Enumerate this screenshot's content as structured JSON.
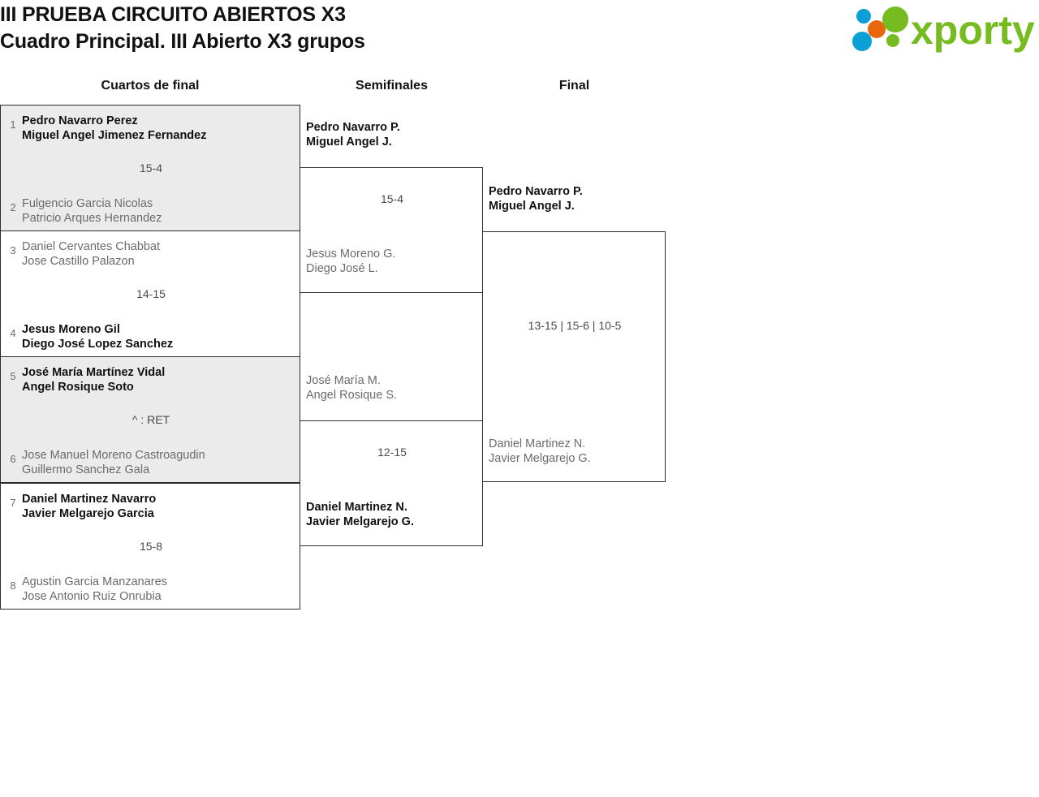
{
  "header": {
    "title_line1": "III PRUEBA CIRCUITO ABIERTOS X3",
    "title_line2": "Cuadro Principal. III Abierto X3 grupos",
    "logo_text": "xporty",
    "logo_colors": {
      "green": "#76bc21",
      "blue": "#0b9fd8",
      "orange": "#e8670c"
    }
  },
  "rounds": [
    {
      "label": "Cuartos de final"
    },
    {
      "label": "Semifinales"
    },
    {
      "label": "Final"
    }
  ],
  "quarterfinals": [
    {
      "seed_top": "1",
      "top_p1": "Pedro Navarro Perez",
      "top_p2": "Miguel Angel Jimenez Fernandez",
      "seed_bottom": "2",
      "bottom_p1": "Fulgencio Garcia Nicolas",
      "bottom_p2": "Patricio Arques Hernandez",
      "score": "15-4",
      "winner": "top",
      "shaded": true
    },
    {
      "seed_top": "3",
      "top_p1": "Daniel Cervantes Chabbat",
      "top_p2": "Jose Castillo Palazon",
      "seed_bottom": "4",
      "bottom_p1": "Jesus Moreno Gil",
      "bottom_p2": "Diego José Lopez Sanchez",
      "score": "14-15",
      "winner": "bottom",
      "shaded": false
    },
    {
      "seed_top": "5",
      "top_p1": "José María Martínez Vidal",
      "top_p2": "Angel Rosique Soto",
      "seed_bottom": "6",
      "bottom_p1": "Jose Manuel Moreno Castroagudin",
      "bottom_p2": "Guillermo Sanchez Gala",
      "score": "^ : RET",
      "winner": "top",
      "shaded": true
    },
    {
      "seed_top": "7",
      "top_p1": "Daniel Martinez Navarro",
      "top_p2": "Javier Melgarejo Garcia",
      "seed_bottom": "8",
      "bottom_p1": "Agustin Garcia Manzanares",
      "bottom_p2": "Jose Antonio Ruiz Onrubia",
      "score": "15-8",
      "winner": "top",
      "shaded": false
    }
  ],
  "semifinals": [
    {
      "top_p1": "Pedro Navarro P.",
      "top_p2": "Miguel Angel J.",
      "bottom_p1": "Jesus Moreno G.",
      "bottom_p2": "Diego José L.",
      "score": "15-4",
      "winner": "top"
    },
    {
      "top_p1": "José María M.",
      "top_p2": "Angel Rosique S.",
      "bottom_p1": "Daniel Martinez N.",
      "bottom_p2": "Javier Melgarejo G.",
      "score": "12-15",
      "winner": "bottom"
    }
  ],
  "final": {
    "top_p1": "Pedro Navarro P.",
    "top_p2": "Miguel Angel J.",
    "bottom_p1": "Daniel Martinez N.",
    "bottom_p2": "Javier Melgarejo G.",
    "score": "13-15 | 15-6 | 10-5",
    "winner": "top"
  }
}
